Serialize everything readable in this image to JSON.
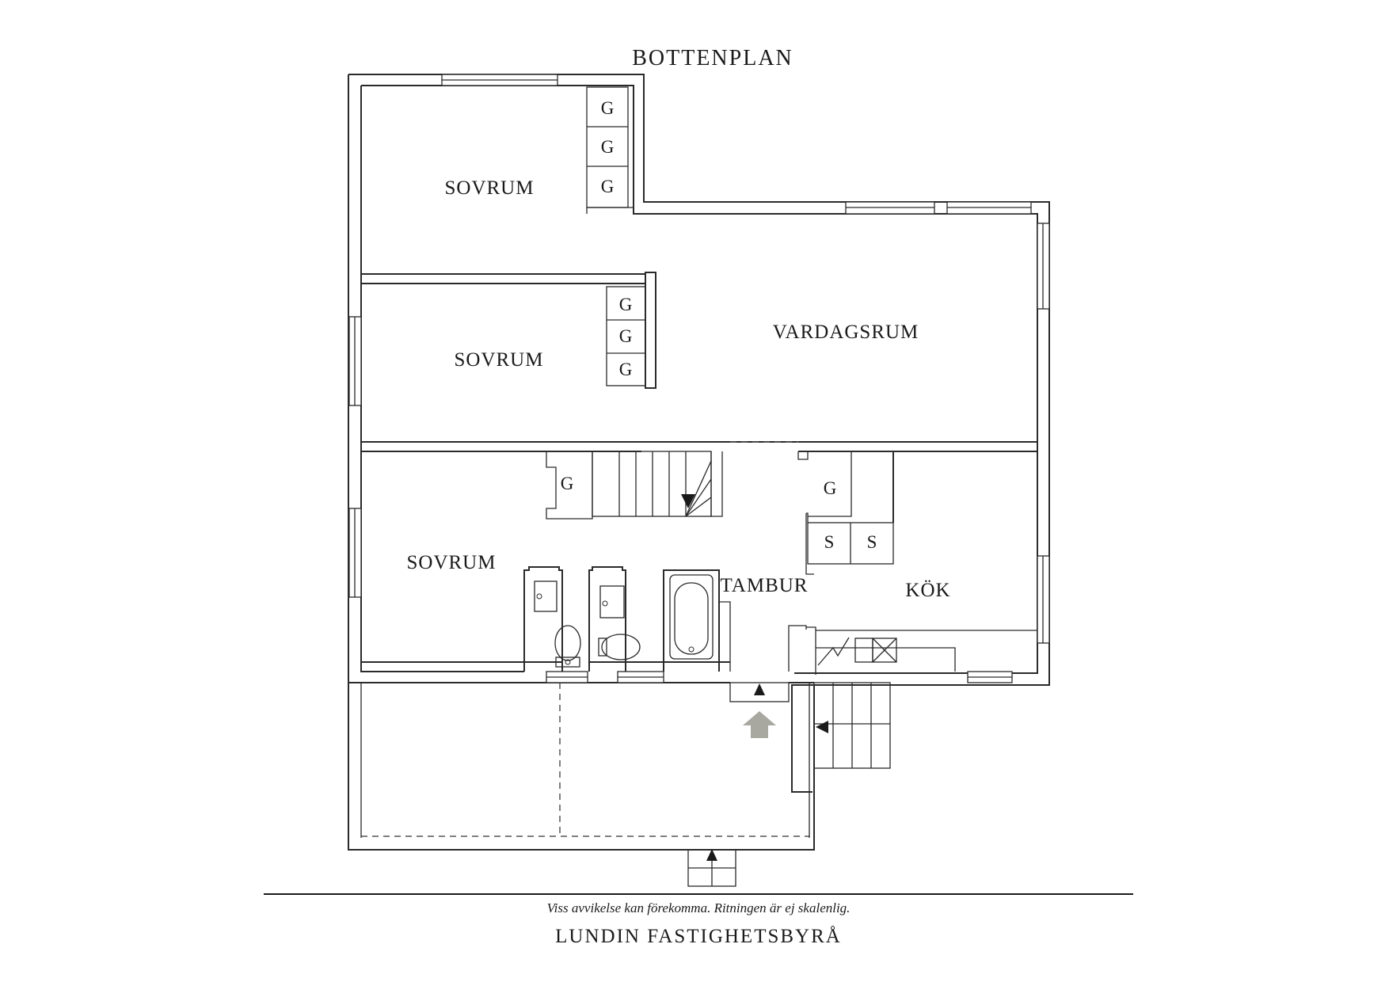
{
  "title": "BOTTENPLAN",
  "rooms": {
    "sovrum_1": "SOVRUM",
    "sovrum_2": "SOVRUM",
    "sovrum_3": "SOVRUM",
    "vardagsrum": "VARDAGSRUM",
    "tambur": "TAMBUR",
    "kok": "KÖK"
  },
  "storage_labels": {
    "closet": "G",
    "cabinet": "S"
  },
  "footer": {
    "disclaimer": "Viss avvikelse kan förekomma. Ritningen är ej skalenlig.",
    "brand": "LUNDIN FASTIGHETSBYRÅ"
  },
  "colors": {
    "line": "#2a2a2a",
    "entry_arrow": "#a8a8a0"
  }
}
